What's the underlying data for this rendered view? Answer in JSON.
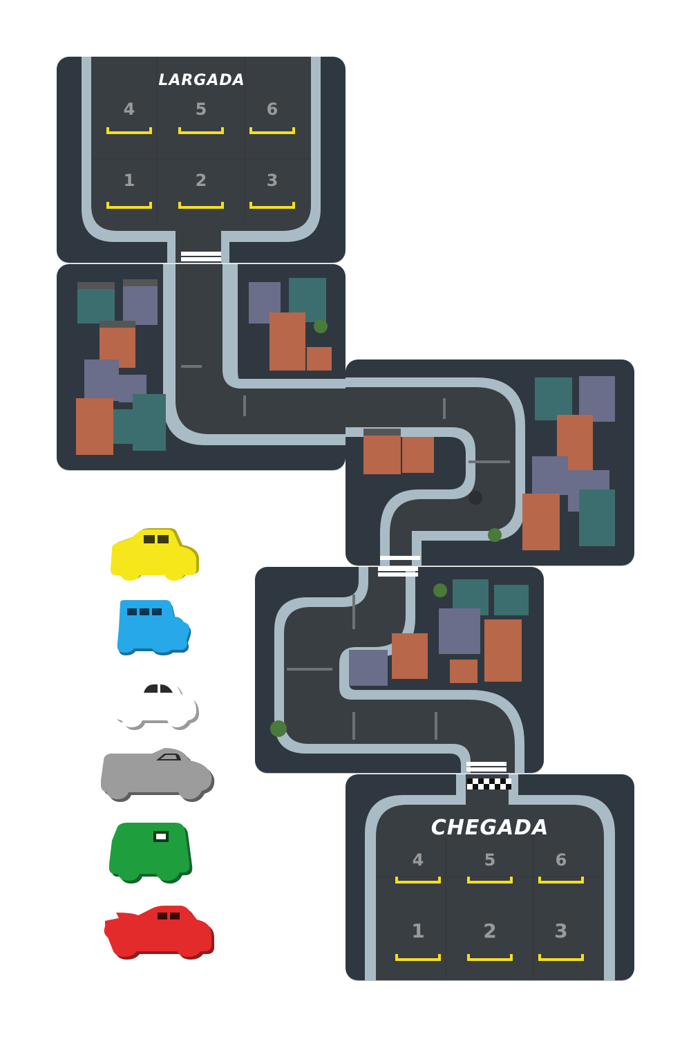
{
  "board": {
    "start_label": "LARGADA",
    "finish_label": "CHEGADA",
    "start_slots_top": [
      "4",
      "5",
      "6"
    ],
    "start_slots_bottom": [
      "1",
      "2",
      "3"
    ],
    "finish_slots_top": [
      "4",
      "5",
      "6"
    ],
    "finish_slots_bottom": [
      "1",
      "2",
      "3"
    ]
  },
  "cars": [
    {
      "name": "yellow-car",
      "color": "#f5e71b",
      "shadow": "#b3a80f"
    },
    {
      "name": "blue-car",
      "color": "#27a8e8",
      "shadow": "#1a6f9c"
    },
    {
      "name": "white-car",
      "color": "#ffffff",
      "shadow": "#9a9a9a"
    },
    {
      "name": "gray-car",
      "color": "#9c9c9c",
      "shadow": "#5e5e5e"
    },
    {
      "name": "green-car",
      "color": "#1f9e3e",
      "shadow": "#12652a"
    },
    {
      "name": "red-car",
      "color": "#e32b2b",
      "shadow": "#961a1a"
    }
  ],
  "colors": {
    "asphalt": "#3a3f44",
    "sidewalk": "#a9bcc6",
    "tile_bg": "#2f3840",
    "slot_line": "#f4df1f"
  }
}
